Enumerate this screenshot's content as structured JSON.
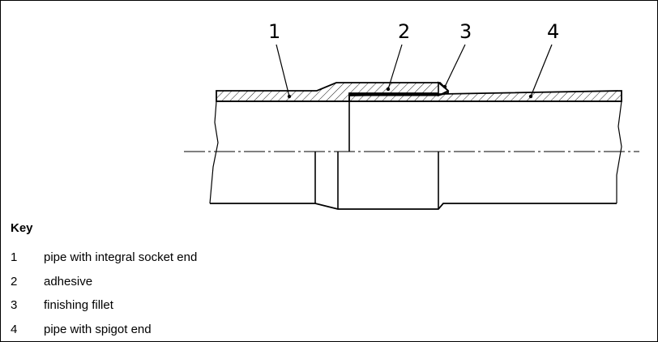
{
  "callouts": [
    "1",
    "2",
    "3",
    "4"
  ],
  "key": {
    "title": "Key",
    "items": [
      {
        "num": "1",
        "label": "pipe with integral socket end"
      },
      {
        "num": "2",
        "label": "adhesive"
      },
      {
        "num": "3",
        "label": "finishing fillet"
      },
      {
        "num": "4",
        "label": "pipe with spigot end"
      }
    ]
  }
}
